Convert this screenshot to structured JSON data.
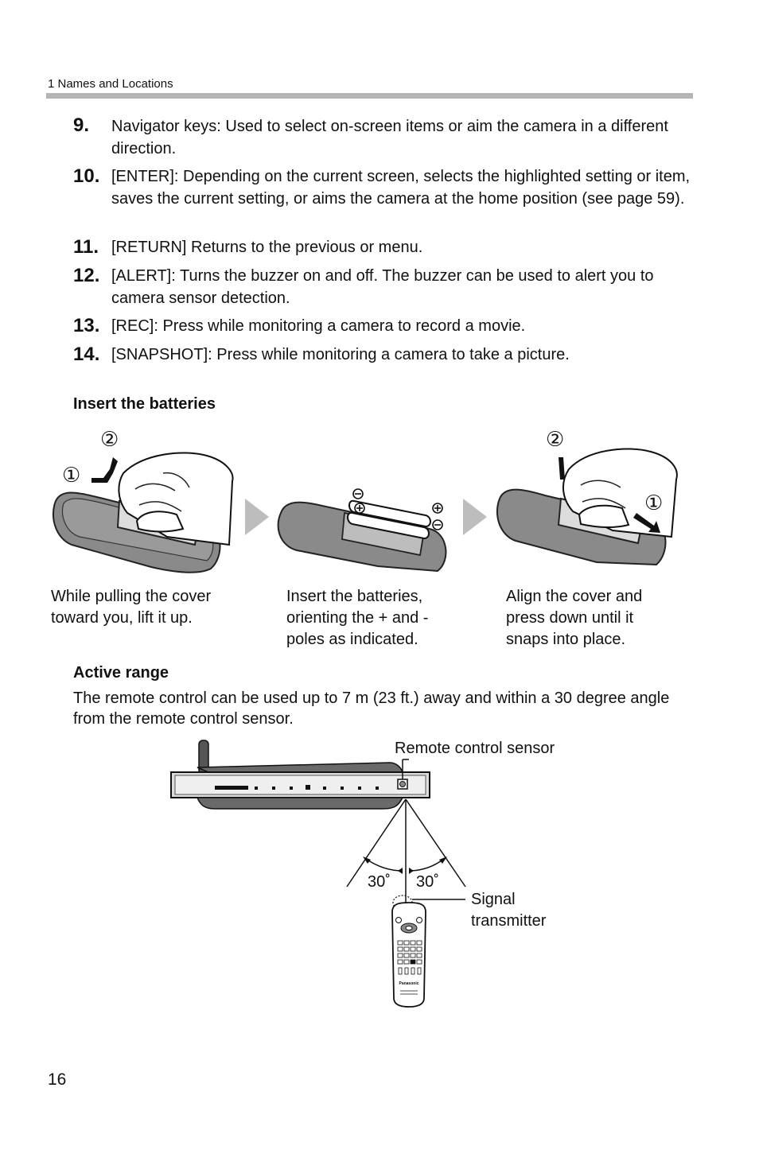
{
  "header": {
    "section": "1   Names and Locations"
  },
  "items": [
    {
      "num": "9.",
      "text": "Navigator keys: Used to select on-screen items or aim the camera in a different direction."
    },
    {
      "num": "10.",
      "text": "[ENTER]: Depending on the current screen, selects the highlighted setting or item, saves the current setting, or aims the camera at the home position (see page 59)."
    },
    {
      "num": "11.",
      "text": "[RETURN] Returns to the previous or menu."
    },
    {
      "num": "12.",
      "text": "[ALERT]: Turns the buzzer on and off. The buzzer can be used to alert you to camera sensor detection."
    },
    {
      "num": "13.",
      "text": "[REC]: Press while monitoring a camera to record a movie."
    },
    {
      "num": "14.",
      "text": "[SNAPSHOT]: Press while monitoring a camera to take a picture."
    }
  ],
  "batteries": {
    "heading": "Insert the batteries",
    "steps": [
      {
        "caption": "While pulling the cover toward you, lift it up.",
        "markers": [
          "①",
          "②"
        ]
      },
      {
        "caption": "Insert the batteries, orienting the + and - poles as indicated."
      },
      {
        "caption": "Align the cover and press down until it snaps into place.",
        "markers": [
          "②",
          "①"
        ]
      }
    ]
  },
  "active_range": {
    "heading": "Active range",
    "text": "The remote control can be used up to 7 m (23 ft.) away and within a 30 degree angle from the remote control sensor.",
    "diagram": {
      "sensor_label": "Remote control sensor",
      "angle_left": "30˚",
      "angle_right": "30˚",
      "transmitter_label_line1": "Signal",
      "transmitter_label_line2": "transmitter",
      "remote_brand": "Panasonic"
    }
  },
  "footer": {
    "page_number": "16"
  },
  "colors": {
    "rule": "#b5b5b5",
    "arrow": "#bdbdbd",
    "device": "#7a7a7a"
  }
}
